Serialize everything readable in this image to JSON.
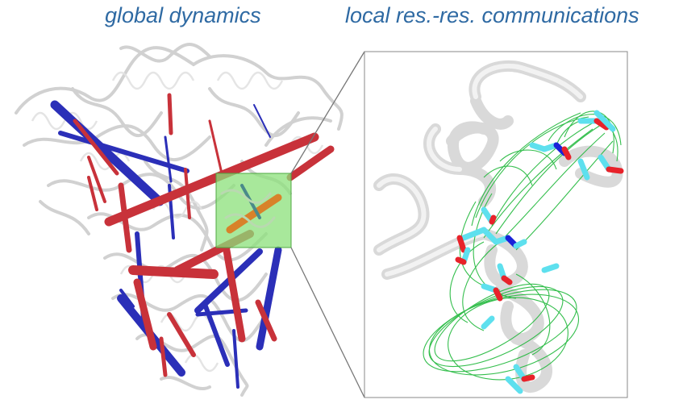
{
  "titles": {
    "left": "global dynamics",
    "right": "local res.-res. communications"
  },
  "colors": {
    "title": "#2f6aa3",
    "protein": "#d4d4d4",
    "positive_coupling": "#c8323a",
    "negative_coupling": "#2b2fb8",
    "highlight_box": "#8be07a",
    "communication_lines": "#1fb83a",
    "residue_oxygen": "#e8222a",
    "residue_nitrogen": "#1a22d8",
    "residue_carbon": "#5ee0ee"
  },
  "panels": {
    "left": "protein-structure-with-correlation-cylinders",
    "right": "zoomed-region-with-residue-communication-lines"
  }
}
